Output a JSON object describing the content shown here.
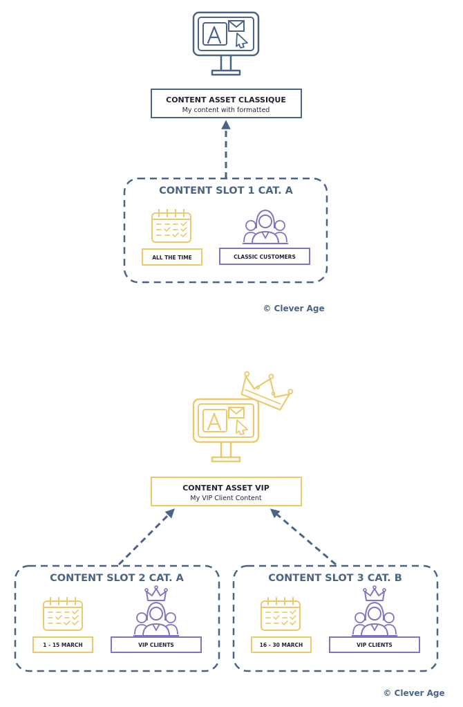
{
  "colors": {
    "blue": "#4a6485",
    "yellow": "#ecc96b",
    "purple": "#8373bf",
    "text": "#1f2330"
  },
  "top": {
    "asset": {
      "title": "CONTENT ASSET CLASSIQUE",
      "subtitle": "My content with formatted",
      "icon": "monitor-icon"
    },
    "slot1": {
      "title": "CONTENT SLOT 1 CAT. A",
      "period": "ALL THE TIME",
      "audience": "CLASSIC CUSTOMERS"
    },
    "copyright": "© Clever Age"
  },
  "bottom": {
    "asset": {
      "title": "CONTENT ASSET VIP",
      "subtitle": "My VIP Client Content",
      "icon": "monitor-crown-icon"
    },
    "slot2": {
      "title": "CONTENT SLOT 2 CAT. A",
      "period": "1 - 15 MARCH",
      "audience": "VIP CLIENTS"
    },
    "slot3": {
      "title": "CONTENT SLOT 3 CAT. B",
      "period": "16 - 30 MARCH",
      "audience": "VIP CLIENTS"
    },
    "copyright": "© Clever Age"
  }
}
